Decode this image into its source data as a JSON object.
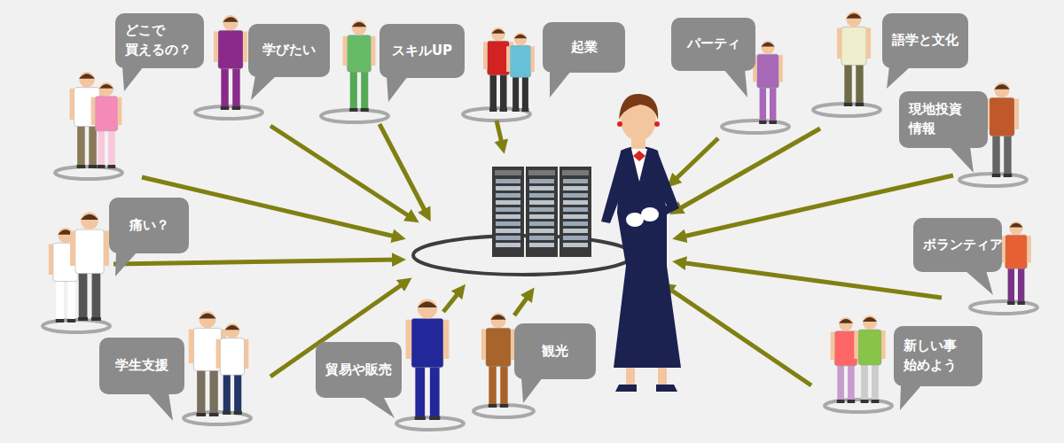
{
  "diagram": {
    "nodes": [
      {
        "text": [
          "どこで 買えるの？"
        ]
      },
      {
        "text": [
          "学びたい"
        ]
      },
      {
        "text": [
          "スキルUP"
        ]
      },
      {
        "text": [
          "起業"
        ]
      },
      {
        "text": [
          "パーティ"
        ]
      },
      {
        "text": [
          "語学と文化"
        ]
      },
      {
        "text": [
          "現地投資 情報"
        ]
      },
      {
        "text": [
          "痛い？"
        ]
      },
      {
        "text": [
          "ボランティア"
        ]
      },
      {
        "text": [
          "学生支援"
        ]
      },
      {
        "text": [
          "貿易や販売"
        ]
      },
      {
        "text": [
          "観光"
        ]
      },
      {
        "text": [
          "新しい事 始めよう"
        ]
      }
    ]
  }
}
